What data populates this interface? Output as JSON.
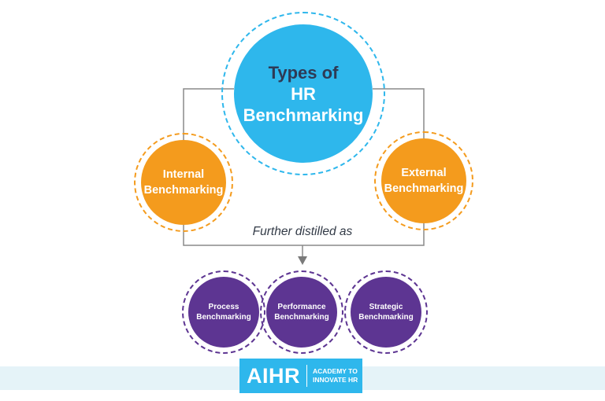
{
  "main": {
    "line1": "Types of",
    "line2": "HR",
    "line3": "Benchmarking"
  },
  "primary_types": [
    {
      "line1": "Internal",
      "line2": "Benchmarking"
    },
    {
      "line1": "External",
      "line2": "Benchmarking"
    }
  ],
  "connector_label": "Further distilled as",
  "sub_types": [
    {
      "line1": "Process",
      "line2": "Benchmarking"
    },
    {
      "line1": "Performance",
      "line2": "Benchmarking"
    },
    {
      "line1": "Strategic",
      "line2": "Benchmarking"
    }
  ],
  "logo": {
    "mark": "AIHR",
    "tagline1": "ACADEMY TO",
    "tagline2": "INNOVATE HR"
  },
  "colors": {
    "main": "#2eb7ec",
    "primary": "#f49b1d",
    "sub": "#5d3592",
    "connector": "#7a7a7a",
    "footer_band": "#e5f3f8"
  }
}
